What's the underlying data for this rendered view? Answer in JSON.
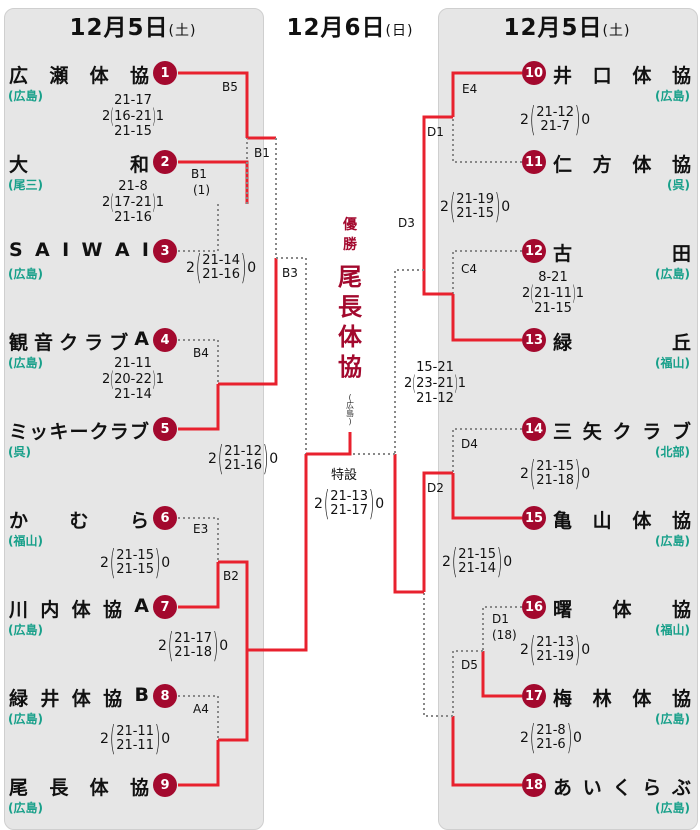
{
  "headers": [
    {
      "day": "12月5日",
      "dow": "(土)"
    },
    {
      "day": "12月6日",
      "dow": "(日)"
    },
    {
      "day": "12月5日",
      "dow": "(土)"
    }
  ],
  "teams": [
    {
      "seed": "1",
      "name": "広瀬体協",
      "pref": "(広島)"
    },
    {
      "seed": "2",
      "name": "大和",
      "pref": "(尾三)"
    },
    {
      "seed": "3",
      "name": "SAIWAI",
      "pref": "(広島)"
    },
    {
      "seed": "4",
      "name": "観音クラブA",
      "pref": "(広島)"
    },
    {
      "seed": "5",
      "name": "ミッキークラブ",
      "pref": "(呉)"
    },
    {
      "seed": "6",
      "name": "かむら",
      "pref": "(福山)"
    },
    {
      "seed": "7",
      "name": "川内体協A",
      "pref": "(広島)"
    },
    {
      "seed": "8",
      "name": "緑井体協B",
      "pref": "(広島)"
    },
    {
      "seed": "9",
      "name": "尾長体協",
      "pref": "(広島)"
    },
    {
      "seed": "10",
      "name": "井口体協",
      "pref": "(広島)"
    },
    {
      "seed": "11",
      "name": "仁方体協",
      "pref": "(呉)"
    },
    {
      "seed": "12",
      "name": "古田",
      "pref": "(広島)"
    },
    {
      "seed": "13",
      "name": "緑丘",
      "pref": "(福山)"
    },
    {
      "seed": "14",
      "name": "三矢クラブ",
      "pref": "(北部)"
    },
    {
      "seed": "15",
      "name": "亀山体協",
      "pref": "(広島)"
    },
    {
      "seed": "16",
      "name": "曙体協",
      "pref": "(福山)"
    },
    {
      "seed": "17",
      "name": "梅林体協",
      "pref": "(広島)"
    },
    {
      "seed": "18",
      "name": "あいくらぶ",
      "pref": "(広島)"
    }
  ],
  "court_labels": [
    "B5",
    "B1",
    "B1",
    "(1)",
    "B3",
    "B4",
    "E3",
    "B2",
    "A4",
    "E4",
    "D1",
    "D3",
    "C4",
    "D4",
    "D2",
    "D1",
    "(18)",
    "D5"
  ],
  "final_label": "特設",
  "champion": {
    "heading": [
      "優",
      "勝"
    ],
    "name": [
      "尾",
      "長",
      "体",
      "協"
    ],
    "pref": [
      "(",
      "広",
      "島",
      ")"
    ]
  },
  "scores_2": [
    {
      "set": "2",
      "top": "21-14",
      "bottom": "21-16",
      "lose": "0"
    },
    {
      "set": "2",
      "top": "21-12",
      "bottom": "21-16",
      "lose": "0"
    },
    {
      "set": "2",
      "top": "21-15",
      "bottom": "21-15",
      "lose": "0"
    },
    {
      "set": "2",
      "top": "21-17",
      "bottom": "21-18",
      "lose": "0"
    },
    {
      "set": "2",
      "top": "21-11",
      "bottom": "21-11",
      "lose": "0"
    },
    {
      "set": "2",
      "top": "21-13",
      "bottom": "21-17",
      "lose": "0"
    },
    {
      "set": "2",
      "top": "21-12",
      "bottom": "21-7",
      "lose": "0"
    },
    {
      "set": "2",
      "top": "21-19",
      "bottom": "21-15",
      "lose": "0"
    },
    {
      "set": "2",
      "top": "21-15",
      "bottom": "21-18",
      "lose": "0"
    },
    {
      "set": "2",
      "top": "21-15",
      "bottom": "21-14",
      "lose": "0"
    },
    {
      "set": "2",
      "top": "21-13",
      "bottom": "21-19",
      "lose": "0"
    },
    {
      "set": "2",
      "top": "21-8",
      "bottom": "21-6",
      "lose": "0"
    }
  ],
  "scores_3": [
    {
      "set": "2",
      "top": "21-17",
      "mid": "16-21",
      "bottom": "21-15",
      "lose": "1"
    },
    {
      "set": "2",
      "top": "21-8",
      "mid": "17-21",
      "bottom": "21-16",
      "lose": "1"
    },
    {
      "set": "2",
      "top": "21-11",
      "mid": "20-22",
      "bottom": "21-14",
      "lose": "1"
    },
    {
      "set": "2",
      "top": "8-21",
      "mid": "21-11",
      "bottom": "21-15",
      "lose": "1"
    },
    {
      "set": "2",
      "top": "15-21",
      "mid": "23-21",
      "bottom": "21-12",
      "lose": "1"
    }
  ],
  "colors": {
    "winner_line": "#e8212e",
    "loser_line": "#888888",
    "seed_badge": "#a3092e",
    "pref_text": "#18a08a",
    "champion_text": "#a3092e"
  }
}
